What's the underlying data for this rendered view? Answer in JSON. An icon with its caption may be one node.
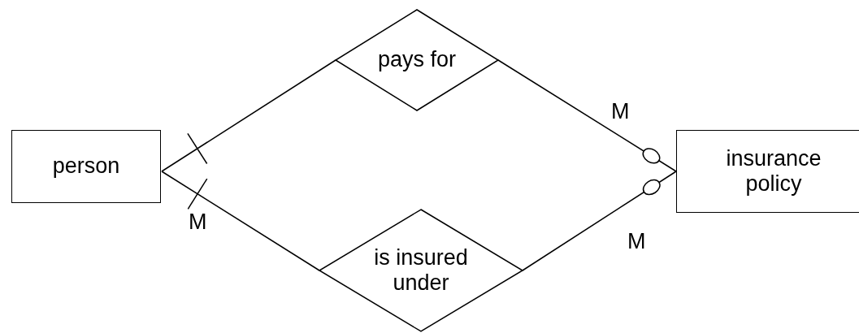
{
  "diagram": {
    "nodes": [
      {
        "text": [
          "person"
        ]
      },
      {
        "text": [
          "pays for"
        ]
      },
      {
        "text": [
          "is insured under"
        ]
      },
      {
        "text": [
          "insurance policy"
        ]
      }
    ],
    "edges": [
      {
        "from": 0,
        "to": 1,
        "arrow": "other"
      },
      {
        "from": 1,
        "to": 3,
        "arrow": "other"
      },
      {
        "from": 0,
        "to": 2,
        "arrow": "other"
      },
      {
        "from": 2,
        "to": 3,
        "arrow": "other"
      }
    ],
    "labels": [
      "M",
      "M",
      "M"
    ]
  }
}
